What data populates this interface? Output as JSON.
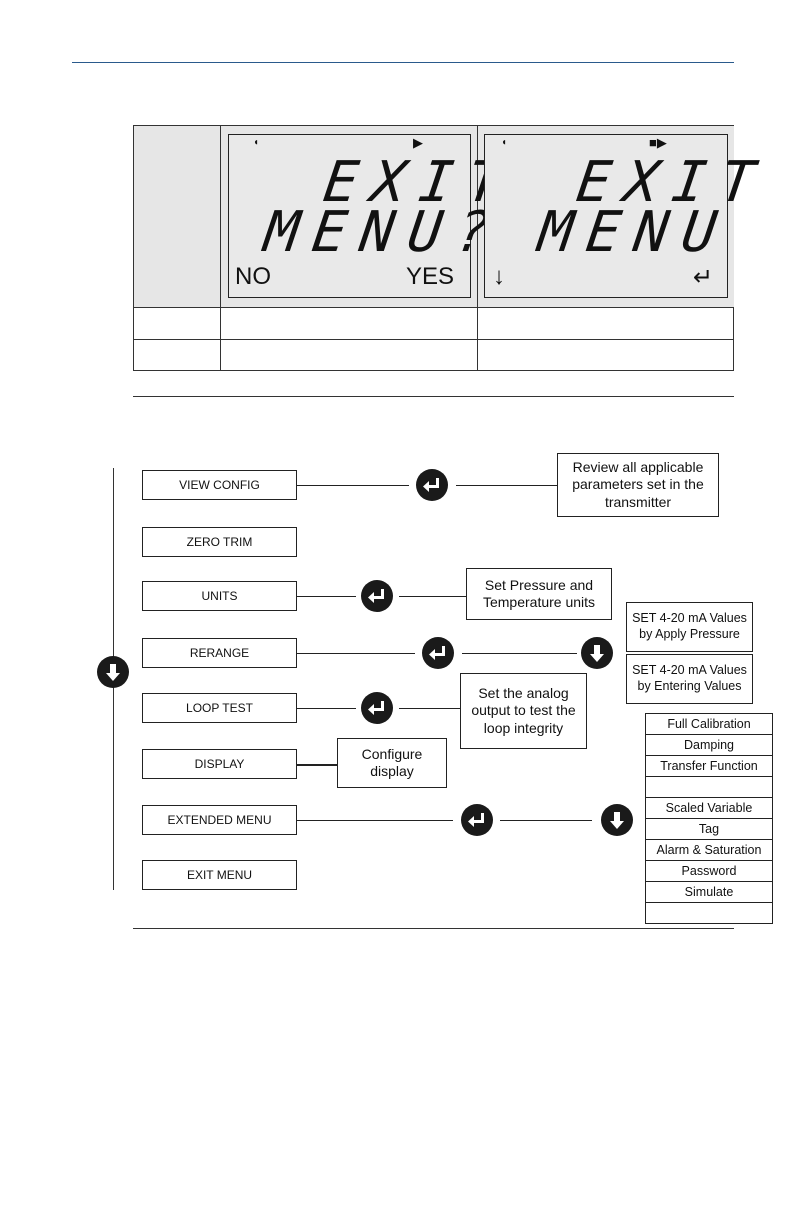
{
  "lcd_screens": [
    {
      "line1": "EXIT",
      "line2": "MENU?",
      "left_soft": "NO",
      "right_soft": "YES"
    },
    {
      "line1": "EXIT",
      "line2": "MENU",
      "left_icon": "down-arrow-icon",
      "right_icon": "enter-icon"
    }
  ],
  "menu": {
    "items": [
      {
        "label": "VIEW CONFIG"
      },
      {
        "label": "ZERO TRIM"
      },
      {
        "label": "UNITS"
      },
      {
        "label": "RERANGE"
      },
      {
        "label": "LOOP TEST"
      },
      {
        "label": "DISPLAY"
      },
      {
        "label": "EXTENDED MENU"
      },
      {
        "label": "EXIT MENU"
      }
    ]
  },
  "notes": {
    "view_config": "Review all applicable parameters set in the transmitter",
    "units": "Set Pressure and Temperature units",
    "loop_test": "Set the analog output to test the loop integrity",
    "display": "Configure display"
  },
  "rerange_options": [
    "SET 4-20 mA Values by Apply Pressure",
    "SET 4-20 mA Values by Entering Values"
  ],
  "extended_menu": [
    "Full Calibration",
    "Damping",
    "Transfer Function",
    "",
    "Scaled Variable",
    "Tag",
    "Alarm & Saturation",
    "Password",
    "Simulate",
    ""
  ],
  "icons": {
    "enter": "enter-icon",
    "down": "down-arrow-icon"
  }
}
